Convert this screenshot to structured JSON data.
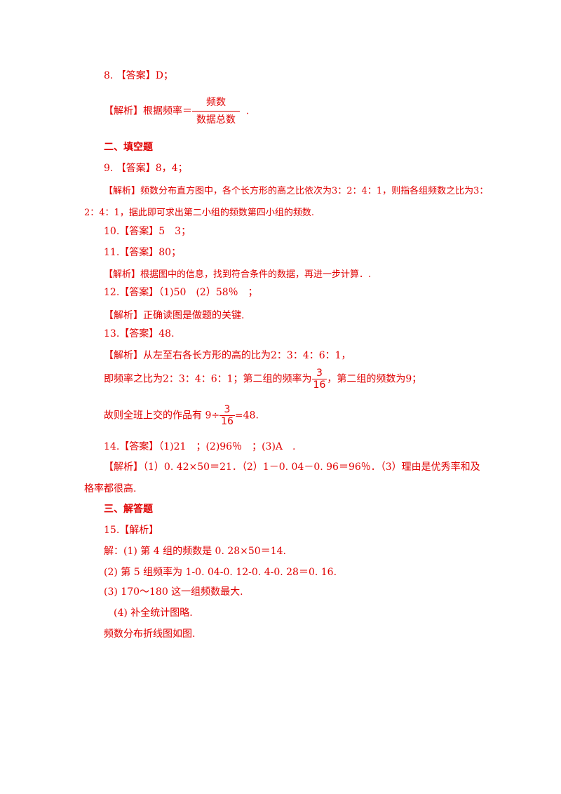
{
  "q8": {
    "answer_label": "8. 【答案】D；",
    "analysis_prefix": "【解析】根据频率＝",
    "frac_num": "频数",
    "frac_den": "数据总数",
    "analysis_suffix": "."
  },
  "section2_title": "二、填空题",
  "q9": {
    "answer": "9. 【答案】8，4；",
    "analysis_line1": "【解析】频数分布直方图中，各个长方形的高之比依次为3：2：4：1，则指各组频数之比为3：",
    "analysis_line2": "2：4：1，据此即可求出第二小组的频数第四小组的频数."
  },
  "q10": {
    "answer": "10.【答案】5　3；"
  },
  "q11": {
    "answer": "11.【答案】80；",
    "analysis": "【解析】根据图中的信息，找到符合条件的数据，再进一步计算．."
  },
  "q12": {
    "answer": "12.【答案】（1)50　(2）58％　；",
    "analysis": "【解析】正确读图是做题的关键."
  },
  "q13": {
    "answer": "13.【答案】48.",
    "analysis_line1": "【解析】从左至右各长方形的高的比为2：3：4：6：1，",
    "analysis_line2_a": "即频率之比为2：3：4：6：1；第二组的频率为",
    "frac_num": "3",
    "frac_den": "16",
    "analysis_line2_b": "，第二组的频数为9；",
    "analysis_line3_a": "故则全班上交的作品有 9÷",
    "analysis_line3_b": "=48."
  },
  "q14": {
    "answer": "14.【答案】（1)21　；(2)96％　；(3)A　.",
    "analysis_line1": "【解析】（1）0. 42×50＝21．（2）1－0. 04－0. 96＝96％．（3）理由是优秀率和及",
    "analysis_line2": "格率都很高."
  },
  "section3_title": "三、解答题",
  "q15": {
    "label": "15.【解析】",
    "line1": "解：(1) 第 4 组的频数是 0. 28×50＝14.",
    "line2": "(2) 第 5 组频率为 1-0. 04-0. 12-0. 4-0. 28＝0. 16.",
    "line3": "(3) 170～180 这一组频数最大.",
    "line4": "(4) 补全统计图略.",
    "line5": "频数分布折线图如图."
  }
}
